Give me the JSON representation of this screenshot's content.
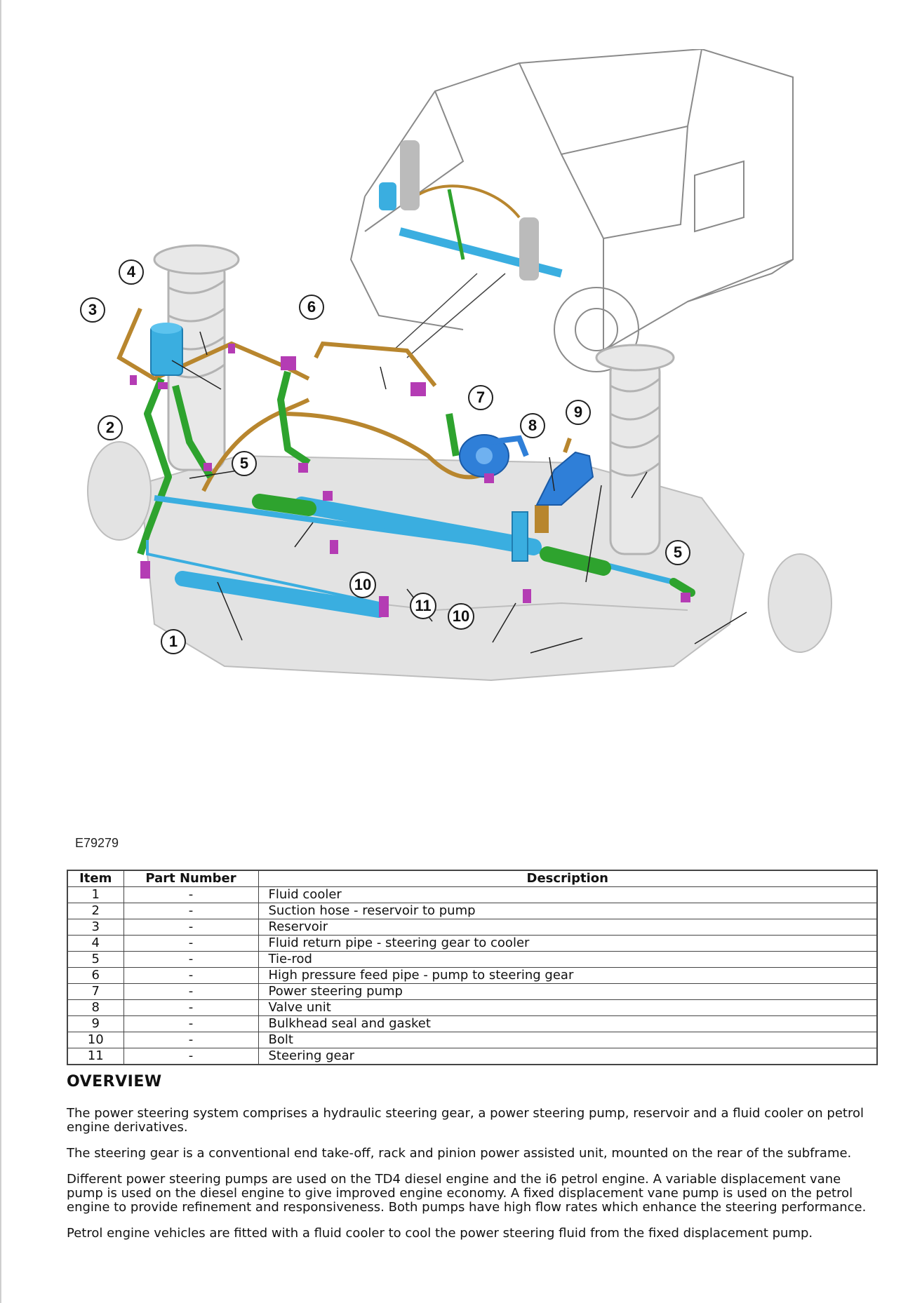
{
  "figure": {
    "id": "E79279",
    "callouts": [
      "1",
      "2",
      "3",
      "4",
      "5",
      "5",
      "6",
      "7",
      "8",
      "9",
      "10",
      "10",
      "11"
    ]
  },
  "table": {
    "headers": {
      "item": "Item",
      "part": "Part Number",
      "desc": "Description"
    },
    "rows": [
      {
        "item": "1",
        "part": "-",
        "desc": "Fluid cooler"
      },
      {
        "item": "2",
        "part": "-",
        "desc": "Suction hose - reservoir to pump"
      },
      {
        "item": "3",
        "part": "-",
        "desc": "Reservoir"
      },
      {
        "item": "4",
        "part": "-",
        "desc": "Fluid return pipe - steering gear to cooler"
      },
      {
        "item": "5",
        "part": "-",
        "desc": "Tie-rod"
      },
      {
        "item": "6",
        "part": "-",
        "desc": "High pressure feed pipe - pump to steering gear"
      },
      {
        "item": "7",
        "part": "-",
        "desc": "Power steering pump"
      },
      {
        "item": "8",
        "part": "-",
        "desc": "Valve unit"
      },
      {
        "item": "9",
        "part": "-",
        "desc": "Bulkhead seal and gasket"
      },
      {
        "item": "10",
        "part": "-",
        "desc": "Bolt"
      },
      {
        "item": "11",
        "part": "-",
        "desc": "Steering gear"
      }
    ]
  },
  "overview": {
    "heading": "OVERVIEW",
    "paragraphs": [
      "The power steering system comprises a hydraulic steering gear, a power steering pump, reservoir and a fluid cooler on petrol engine derivatives.",
      "The steering gear is a conventional end take-off, rack and pinion power assisted unit, mounted on the rear of the subframe.",
      "Different power steering pumps are used on the TD4 diesel engine and the i6 petrol engine. A variable displacement vane pump is used on the diesel engine to give improved engine economy. A fixed displacement vane pump is used on the petrol engine to provide refinement and responsiveness. Both pumps have high flow rates which enhance the steering performance.",
      "Petrol engine vehicles are fitted with a fluid cooler to cool the power steering fluid from the fixed displacement pump."
    ]
  },
  "colors": {
    "steering_gear": "#3aaee0",
    "suction_hose": "#2ea32e",
    "pipe": "#b8862e",
    "clip": "#b43cb4",
    "pump": "#2f7fd8",
    "chassis": "#dcdcdc",
    "outline": "#555555"
  }
}
